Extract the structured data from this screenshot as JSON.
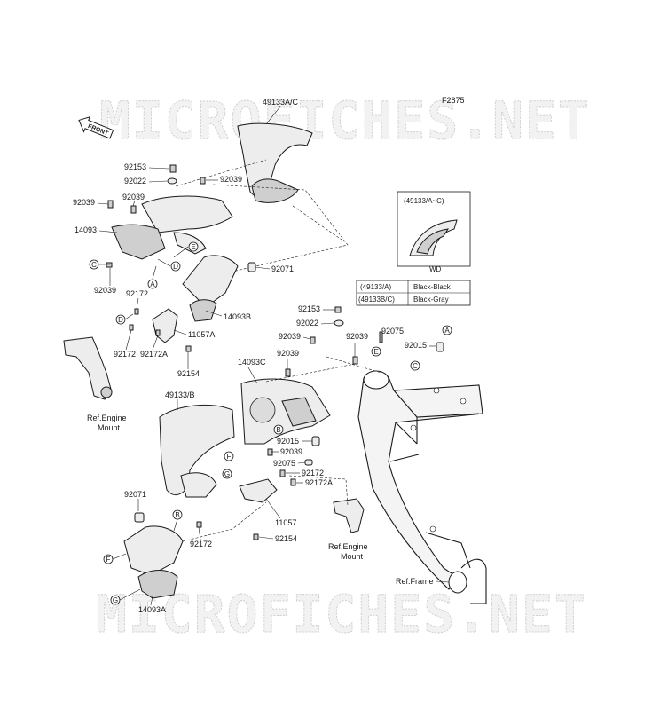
{
  "figure_code": "F2875",
  "watermark": "MICROFICHES.NET",
  "front_label": "FRONT",
  "inset": {
    "title": "(49133/A~C)",
    "caption": "WD"
  },
  "color_table": [
    {
      "code": "(49133/A)",
      "color": "Black-Black"
    },
    {
      "code": "(49133B/C)",
      "color": "Black-Gray"
    }
  ],
  "parts": {
    "p49133ac": "49133A/C",
    "p49133b": "49133/B",
    "p92153_top": "92153",
    "p92022_top": "92022",
    "p92039_a": "92039",
    "p92039_b": "92039",
    "p92039_c": "92039",
    "p92039_d": "92039",
    "p14093": "14093",
    "p92071_top": "92071",
    "p92172_a": "92172",
    "p14093b": "14093B",
    "p11057a": "11057A",
    "p92172_b": "92172",
    "p92172a_a": "92172A",
    "p92154_a": "92154",
    "p92153_mid": "92153",
    "p92022_mid": "92022",
    "p92039_e": "92039",
    "p92039_f": "92039",
    "p92075_top": "92075",
    "p92015_top": "92015",
    "p92039_g": "92039",
    "p14093c": "14093C",
    "p92015_mid": "92015",
    "p92039_h": "92039",
    "p92075_mid": "92075",
    "p92172_c": "92172",
    "p92172a_b": "92172A",
    "p11057": "11057",
    "p92154_b": "92154",
    "p92071_bot": "92071",
    "p92172_d": "92172",
    "p14093a": "14093A"
  },
  "refs": {
    "engine_mount_1a": "Ref.Engine",
    "engine_mount_1b": "Mount",
    "engine_mount_2a": "Ref.Engine",
    "engine_mount_2b": "Mount",
    "frame": "Ref.Frame"
  },
  "callouts": {
    "A": "A",
    "B": "B",
    "C": "C",
    "D": "D",
    "E": "E",
    "F": "F",
    "G": "G"
  }
}
